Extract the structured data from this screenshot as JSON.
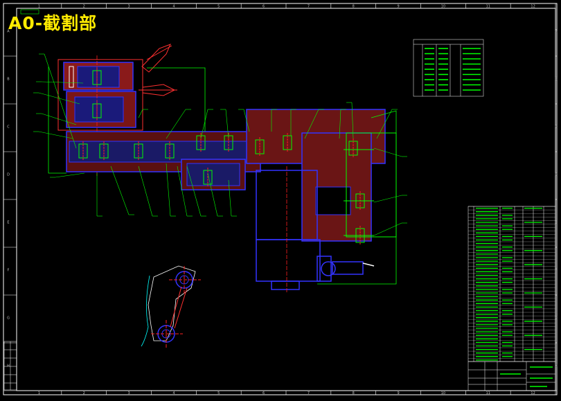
{
  "drawing": {
    "title": "A0-截割部",
    "colors": {
      "background": "#000000",
      "frame": "#ffffff",
      "title": "#ffeb00",
      "part_outline": "#3333ff",
      "section_hatch": "#ff3030",
      "leader_lines": "#00ff00",
      "dimension": "#00ffff",
      "center_lines": "#ff2020"
    },
    "border_grid": {
      "columns": [
        "1",
        "2",
        "3",
        "4",
        "5",
        "6",
        "7",
        "8",
        "9",
        "10",
        "11",
        "12"
      ],
      "rows": [
        "A",
        "B",
        "C",
        "D",
        "E",
        "F",
        "G",
        "H"
      ]
    },
    "icons": [
      "assembly-drawing-icon",
      "section-view-icon",
      "detail-view-icon",
      "parts-list-icon",
      "title-block-icon"
    ]
  }
}
